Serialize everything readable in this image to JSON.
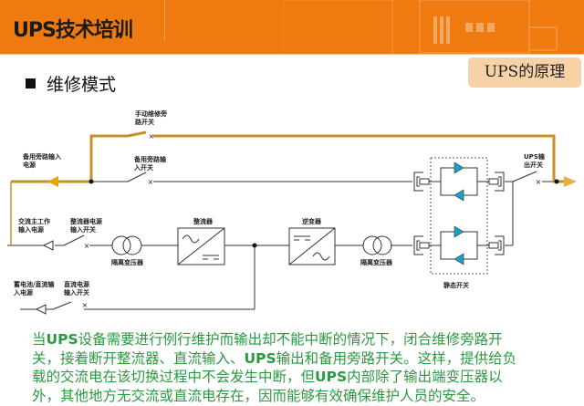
{
  "header": {
    "title": "UPS技术培训",
    "tag": "UPS的原理"
  },
  "section": {
    "title": "维修模式"
  },
  "diagram": {
    "labels": {
      "manual_bypass_switch": [
        "手动维修旁",
        "路开关"
      ],
      "bypass_input_source": [
        "备用旁路输入",
        "电源"
      ],
      "bypass_input_switch": [
        "备用旁路输",
        "入开关"
      ],
      "ac_main_input": [
        "交流主工作",
        "输入电源"
      ],
      "rectifier_input_switch": [
        "整流器电源",
        "输入开关"
      ],
      "isolation_transformer_1": "隔离变压器",
      "rectifier": "整流器",
      "inverter": "逆变器",
      "isolation_transformer_2": "隔离变压器",
      "static_switch": "静态开关",
      "ups_output_switch": [
        "UPS输",
        "出开关"
      ],
      "battery_input": [
        "蓄电池/直流输",
        "入电源"
      ],
      "dc_input_switch": [
        "直流电源",
        "输入开关"
      ]
    },
    "colors": {
      "active_path": "#c8902a",
      "line": "#333333",
      "thyristor": "#1aa0c8"
    }
  },
  "description": {
    "p1": "当",
    "b1": "UPS",
    "p2": "设备需要进行例行维护而输出却不能中断的情况下，闭合维修旁路开关，接着断开整流器、直流输入、",
    "b2": "UPS",
    "p3": "输出和备用旁路开关。这样，提供给负载的交流电在该切换过程中不会发生中断，但",
    "b3": "UPS",
    "p4": "内部除了输出端变压器以外，其他地方无交流或直流电存在，因而能够有效确保维护人员的安全。"
  }
}
